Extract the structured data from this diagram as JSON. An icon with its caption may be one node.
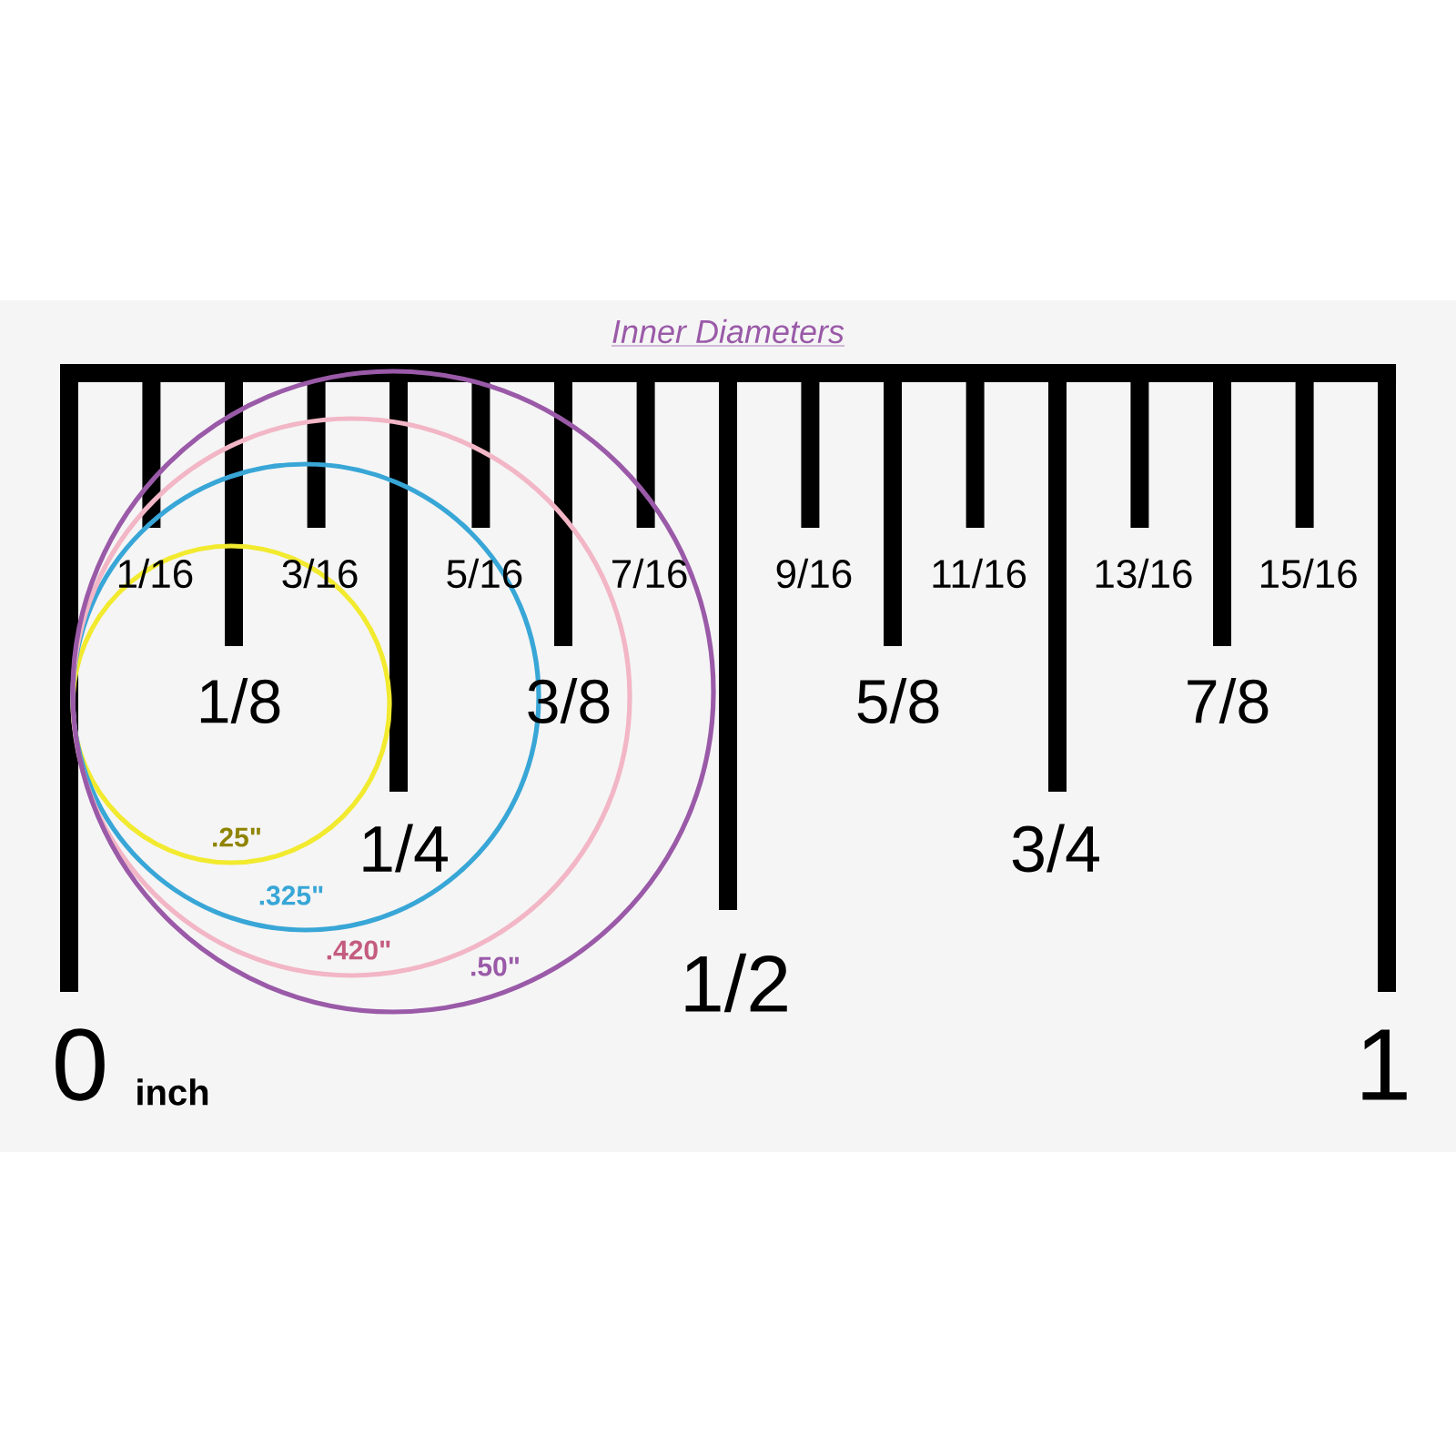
{
  "diagram": {
    "title": "Inner Diameters",
    "nodes": [
      {
        "text": [
          ".25\""
        ],
        "in": 1
      },
      {
        "text": [
          ".325\""
        ],
        "in": 2
      },
      {
        "text": [
          ".420\""
        ],
        "in": 3
      },
      {
        "text": [
          ".50\""
        ]
      }
    ],
    "labels": [
      "1/16",
      "3/16",
      "5/16",
      "7/16",
      "9/16",
      "11/16",
      "13/16",
      "15/16",
      "1/8",
      "3/8",
      "5/8",
      "7/8",
      "1/4",
      "3/4",
      "1/2",
      "0",
      "inch",
      "1"
    ]
  }
}
